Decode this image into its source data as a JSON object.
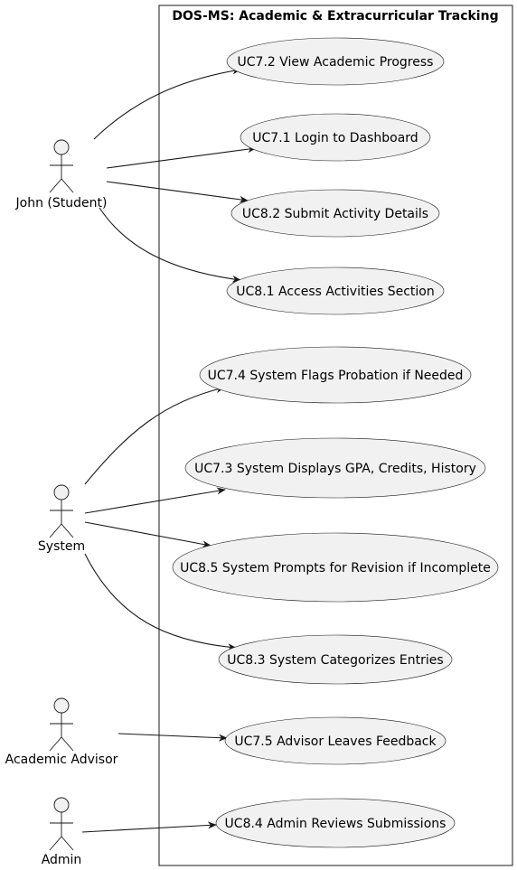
{
  "system": {
    "title": "DOS-MS: Academic & Extracurricular Tracking"
  },
  "actors": [
    {
      "id": "john",
      "label": "John (Student)"
    },
    {
      "id": "system",
      "label": "System"
    },
    {
      "id": "advisor",
      "label": "Academic Advisor"
    },
    {
      "id": "admin",
      "label": "Admin"
    }
  ],
  "use_cases": [
    {
      "id": "uc72",
      "label": "UC7.2 View Academic Progress"
    },
    {
      "id": "uc71",
      "label": "UC7.1 Login to Dashboard"
    },
    {
      "id": "uc82",
      "label": "UC8.2 Submit Activity Details"
    },
    {
      "id": "uc81",
      "label": "UC8.1 Access Activities Section"
    },
    {
      "id": "uc74",
      "label": "UC7.4 System Flags Probation if Needed"
    },
    {
      "id": "uc73",
      "label": "UC7.3 System Displays GPA, Credits, History"
    },
    {
      "id": "uc85",
      "label": "UC8.5 System Prompts for Revision if Incomplete"
    },
    {
      "id": "uc83",
      "label": "UC8.3 System Categorizes Entries"
    },
    {
      "id": "uc75",
      "label": "UC7.5 Advisor Leaves Feedback"
    },
    {
      "id": "uc84",
      "label": "UC8.4 Admin Reviews Submissions"
    }
  ],
  "associations": [
    {
      "from": "john",
      "to": "uc72"
    },
    {
      "from": "john",
      "to": "uc71"
    },
    {
      "from": "john",
      "to": "uc82"
    },
    {
      "from": "john",
      "to": "uc81"
    },
    {
      "from": "system",
      "to": "uc74"
    },
    {
      "from": "system",
      "to": "uc73"
    },
    {
      "from": "system",
      "to": "uc85"
    },
    {
      "from": "system",
      "to": "uc83"
    },
    {
      "from": "advisor",
      "to": "uc75"
    },
    {
      "from": "admin",
      "to": "uc84"
    }
  ]
}
